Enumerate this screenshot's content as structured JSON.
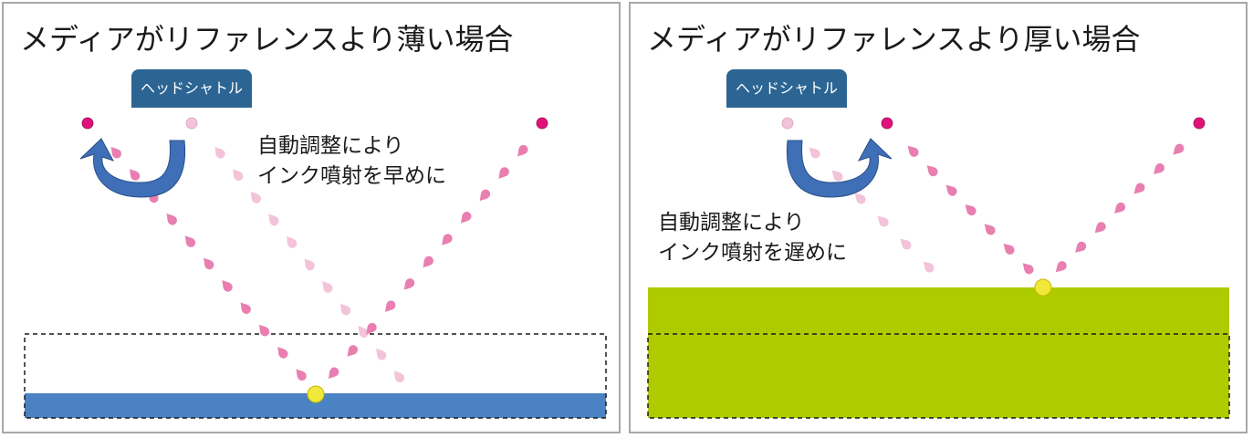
{
  "panels": [
    {
      "title": "メディアがリファレンスより薄い場合",
      "head_label": "ヘッドシャトル",
      "note_line1": "自動調整により",
      "note_line2": "インク噴射を早めに",
      "media_color": "#4a82c4",
      "media_role": "media-thin"
    },
    {
      "title": "メディアがリファレンスより厚い場合",
      "head_label": "ヘッドシャトル",
      "note_line1": "自動調整により",
      "note_line2": "インク噴射を遅めに",
      "media_color": "#aecb00",
      "media_role": "media-thick"
    }
  ],
  "colors": {
    "ink_active": "#e0127a",
    "ink_drop": "#e87fb0",
    "ink_faded": "#f2c3d9",
    "landing_point": "#f0e83a",
    "arrow": "#3f6fb6",
    "reference_outline": "#1a1a1a"
  },
  "icons": [
    "ink-dot-icon",
    "ink-drop-icon",
    "curved-arrow-icon",
    "landing-point-icon"
  ]
}
